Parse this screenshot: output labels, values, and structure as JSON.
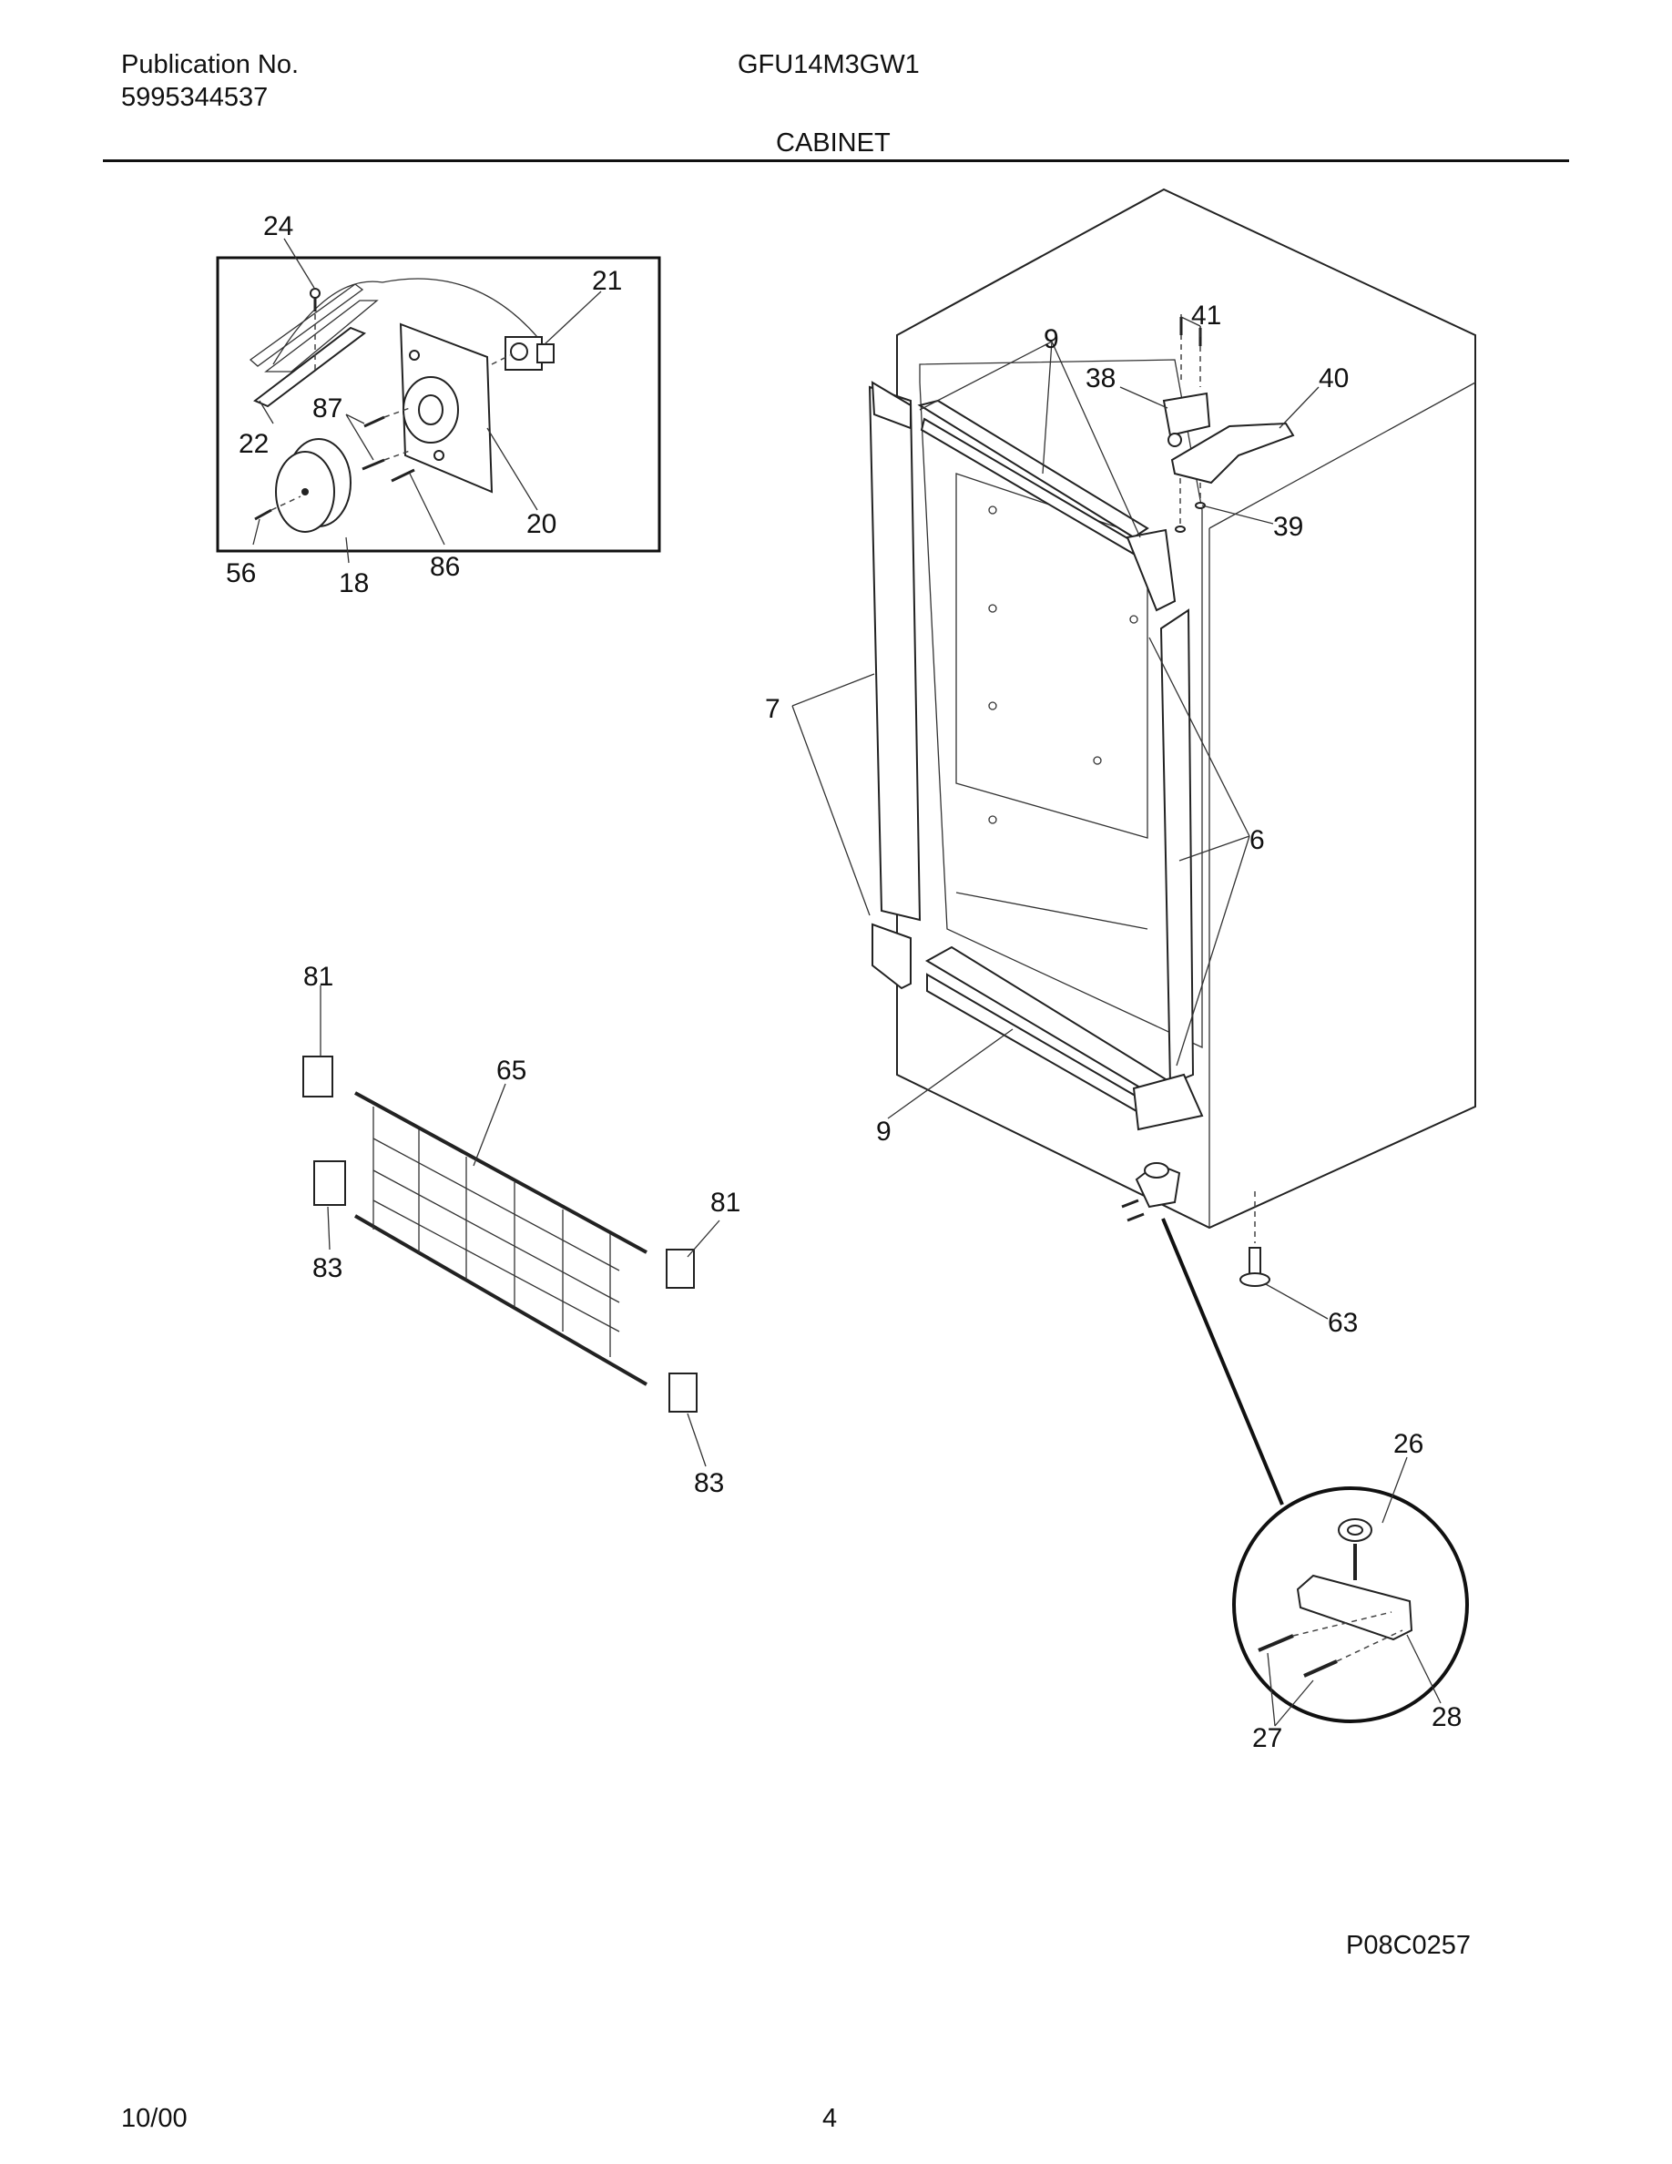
{
  "header": {
    "publication_label": "Publication No.",
    "publication_number": "5995344537",
    "model": "GFU14M3GW1",
    "section": "CABINET"
  },
  "footer": {
    "date": "10/00",
    "page": "4",
    "figure_code": "P08C0257"
  },
  "callouts": {
    "c24": "24",
    "c21": "21",
    "c87": "87",
    "c22": "22",
    "c20": "20",
    "c56": "56",
    "c18": "18",
    "c86": "86",
    "c9a": "9",
    "c41": "41",
    "c38": "38",
    "c40": "40",
    "c39": "39",
    "c7": "7",
    "c6": "6",
    "c9b": "9",
    "c81a": "81",
    "c65": "65",
    "c81b": "81",
    "c83a": "83",
    "c83b": "83",
    "c63": "63",
    "c26": "26",
    "c27": "27",
    "c28": "28"
  }
}
